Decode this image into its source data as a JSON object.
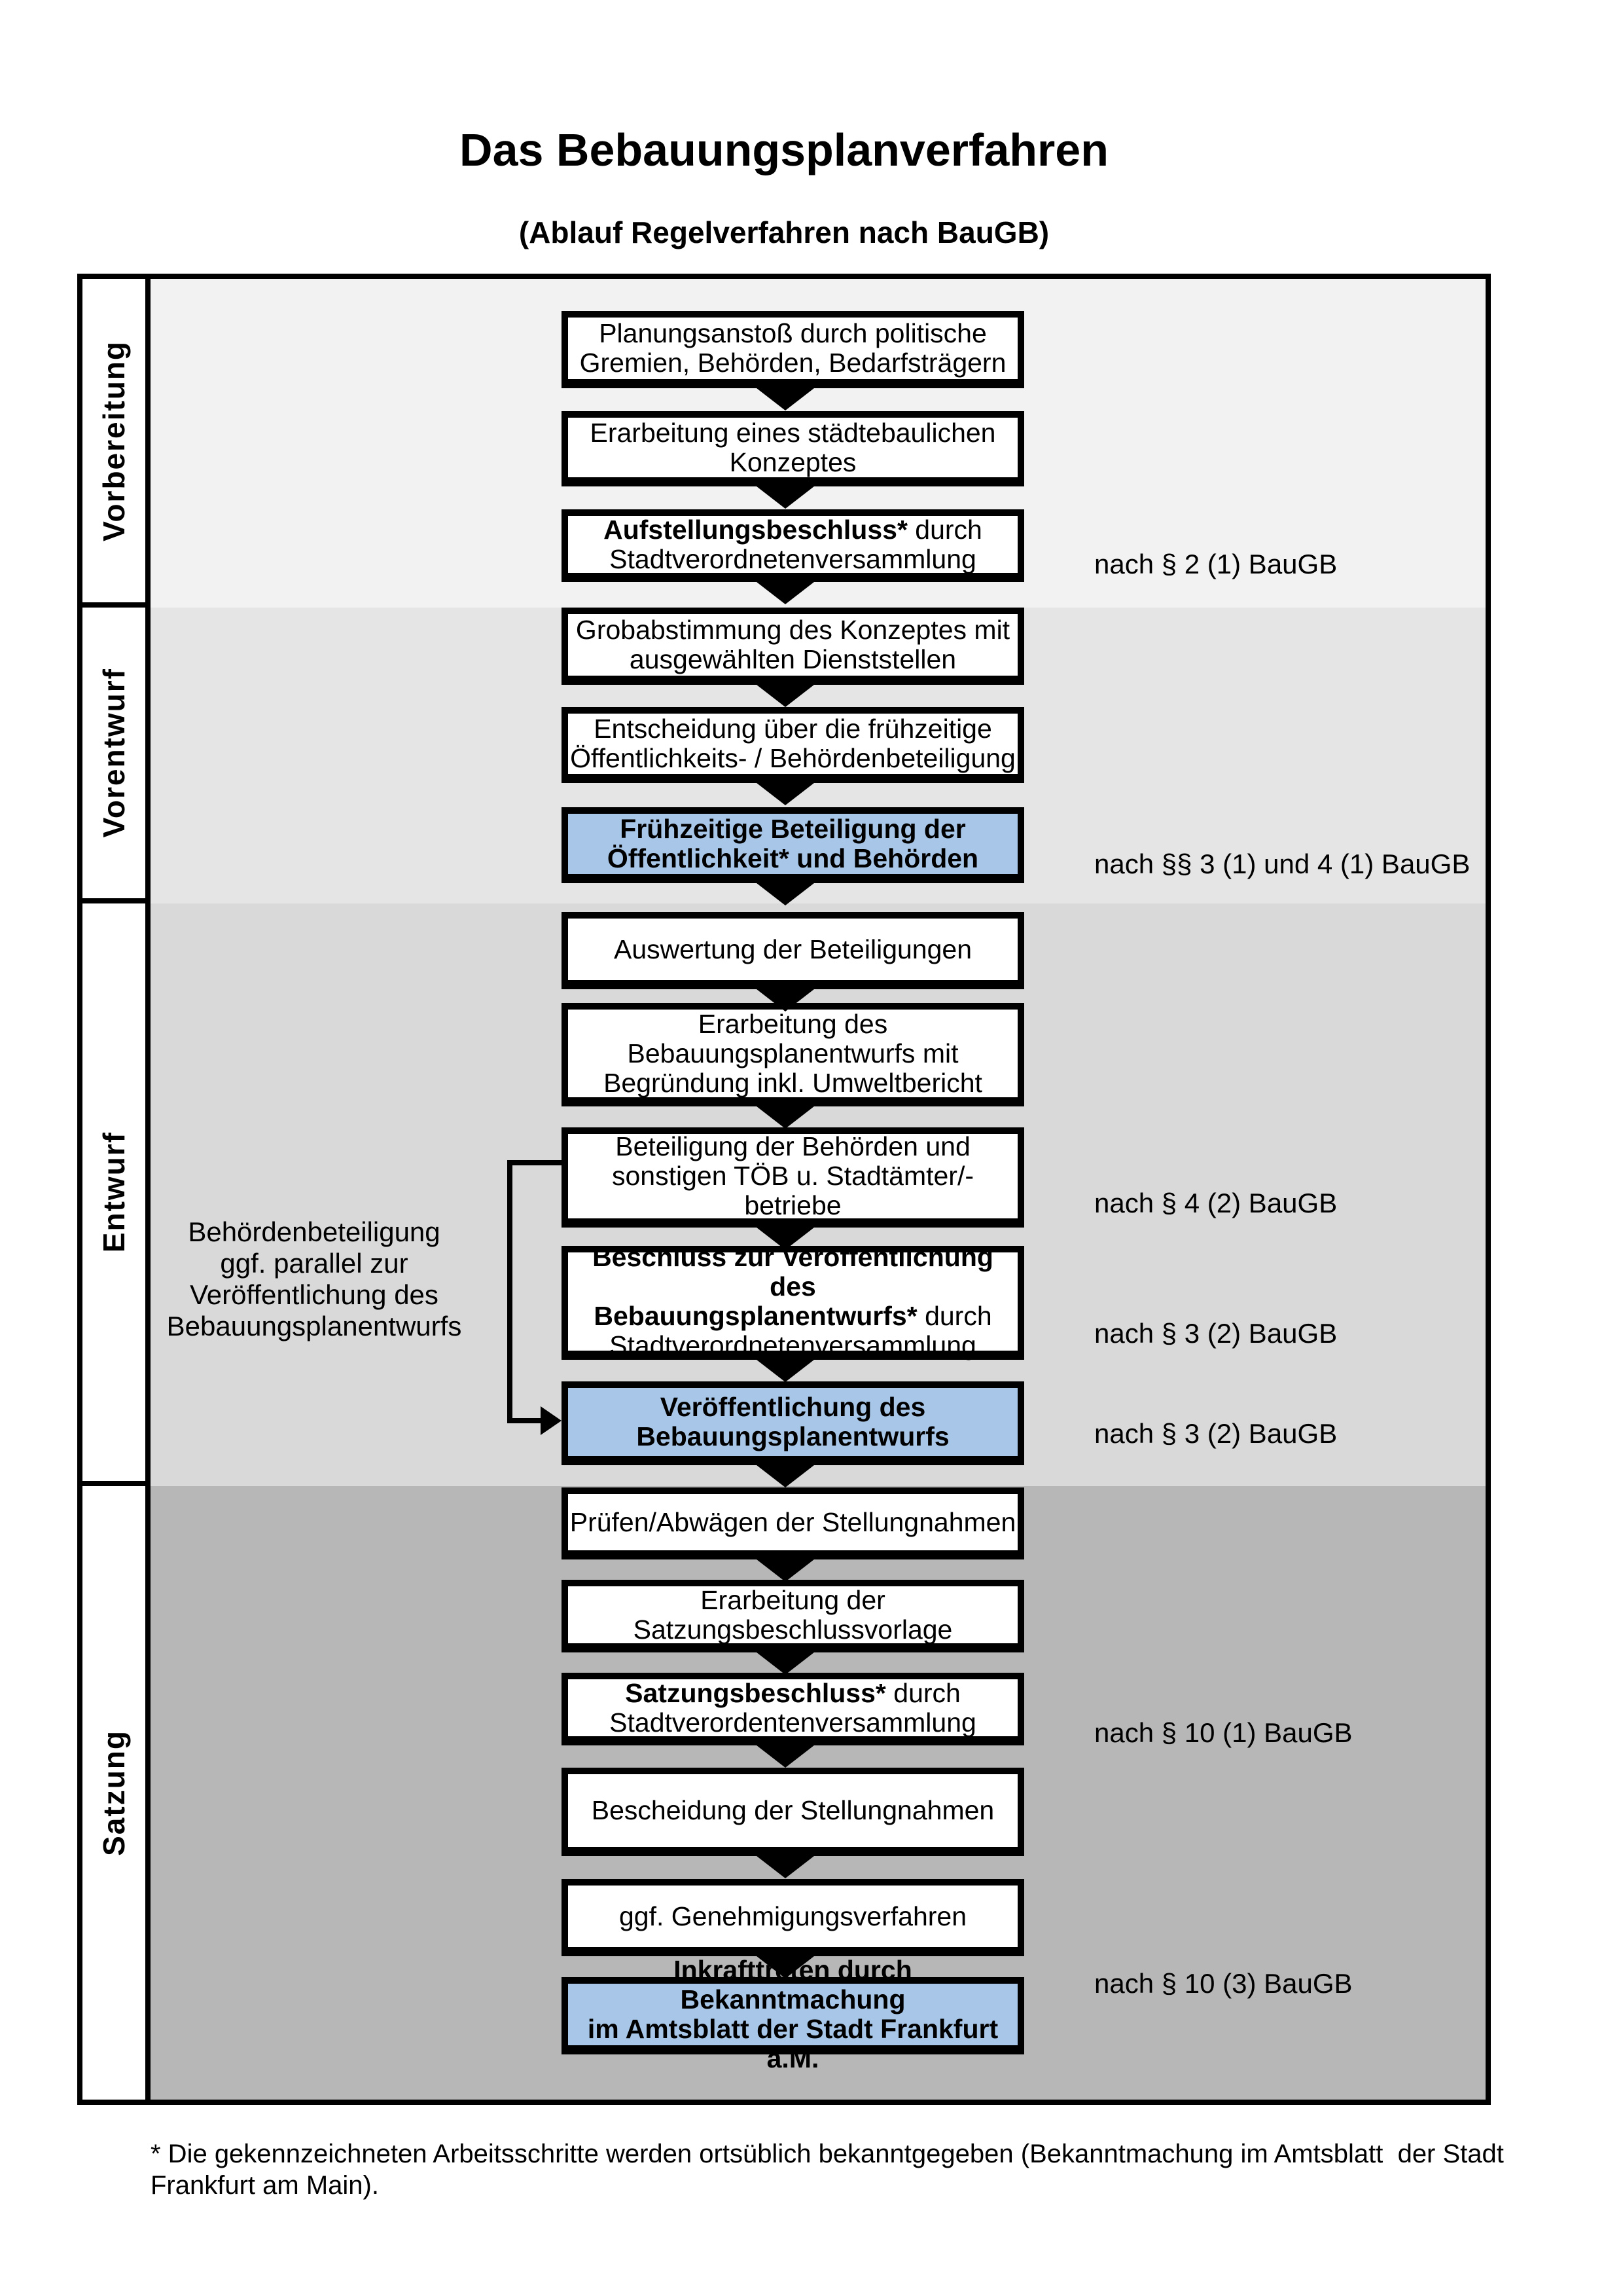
{
  "header": {
    "title": "Das Bebauungsplanverfahren",
    "subtitle": "(Ablauf Regelverfahren nach BauGB)"
  },
  "phases": [
    {
      "label": "Vorbereitung"
    },
    {
      "label": "Vorentwurf"
    },
    {
      "label": "Entwurf"
    },
    {
      "label": "Satzung"
    }
  ],
  "boxes": [
    {
      "strong": "",
      "text": "Planungsanstoß durch politische\nGremien, Behörden, Bedarfsträgern",
      "highlight": false
    },
    {
      "strong": "",
      "text": "Erarbeitung eines städtebaulichen\nKonzeptes",
      "highlight": false
    },
    {
      "strong": "Aufstellungsbeschluss*",
      "text": " durch\nStadtverordnetenversammlung",
      "highlight": false
    },
    {
      "strong": "",
      "text": "Grobabstimmung des Konzeptes mit\nausgewählten Dienststellen",
      "highlight": false
    },
    {
      "strong": "",
      "text": "Entscheidung über die frühzeitige\nÖffentlichkeits- / Behördenbeteiligung",
      "highlight": false
    },
    {
      "strong": "Frühzeitige Beteiligung der\nÖffentlichkeit* und Behörden",
      "text": "",
      "highlight": true
    },
    {
      "strong": "",
      "text": "Auswertung der Beteiligungen",
      "highlight": false
    },
    {
      "strong": "",
      "text": "Erarbeitung des\nBebauungsplanentwurfs mit\nBegründung inkl. Umweltbericht",
      "highlight": false
    },
    {
      "strong": "",
      "text": "Beteiligung der Behörden und\nsonstigen TÖB u. Stadtämter/-betriebe",
      "highlight": false
    },
    {
      "strong": "Beschluss zur Veröffentlichung des\nBebauungsplanentwurfs*",
      "text": " durch\nStadtverordnetenversammlung",
      "highlight": false
    },
    {
      "strong": "Veröffentlichung des\nBebauungsplanentwurfs",
      "text": "",
      "highlight": true
    },
    {
      "strong": "",
      "text": "Prüfen/Abwägen der Stellungnahmen",
      "highlight": false
    },
    {
      "strong": "",
      "text": "Erarbeitung der\nSatzungsbeschlussvorlage",
      "highlight": false
    },
    {
      "strong": "Satzungsbeschluss*",
      "text": " durch\nStadtverordentenversammlung",
      "highlight": false
    },
    {
      "strong": "",
      "text": "Bescheidung der Stellungnahmen",
      "highlight": false
    },
    {
      "strong": "",
      "text": "ggf. Genehmigungsverfahren",
      "highlight": false
    },
    {
      "strong": "Inkrafttreten",
      "text": " durch Bekanntmachung\nim Amtsblatt der Stadt Frankfurt a.M.",
      "highlight": true
    }
  ],
  "legal_refs": [
    {
      "text": "nach § 2 (1) BauGB"
    },
    {
      "text": "nach §§ 3 (1) und 4 (1) BauGB"
    },
    {
      "text": "nach § 4 (2) BauGB"
    },
    {
      "text": "nach § 3 (2) BauGB"
    },
    {
      "text": "nach § 3 (2) BauGB"
    },
    {
      "text": "nach § 10 (1) BauGB"
    },
    {
      "text": "nach § 10 (3) BauGB"
    }
  ],
  "side_note": {
    "text": "Behördenbeteiligung\nggf. parallel zur\nVeröffentlichung des\nBebauungsplanentwurfs"
  },
  "footnote": {
    "text": "* Die gekennzeichneten Arbeitsschritte werden ortsüblich bekanntgegeben (Bekanntmachung im Amtsblatt  der Stadt\nFrankfurt am Main)."
  },
  "colors": {
    "highlight_box": "#a8c7e8",
    "band_vorbereitung": "#f2f2f2",
    "band_vorentwurf": "#e5e5e5",
    "band_entwurf": "#d9d9d9",
    "band_satzung": "#b7b7b7"
  }
}
